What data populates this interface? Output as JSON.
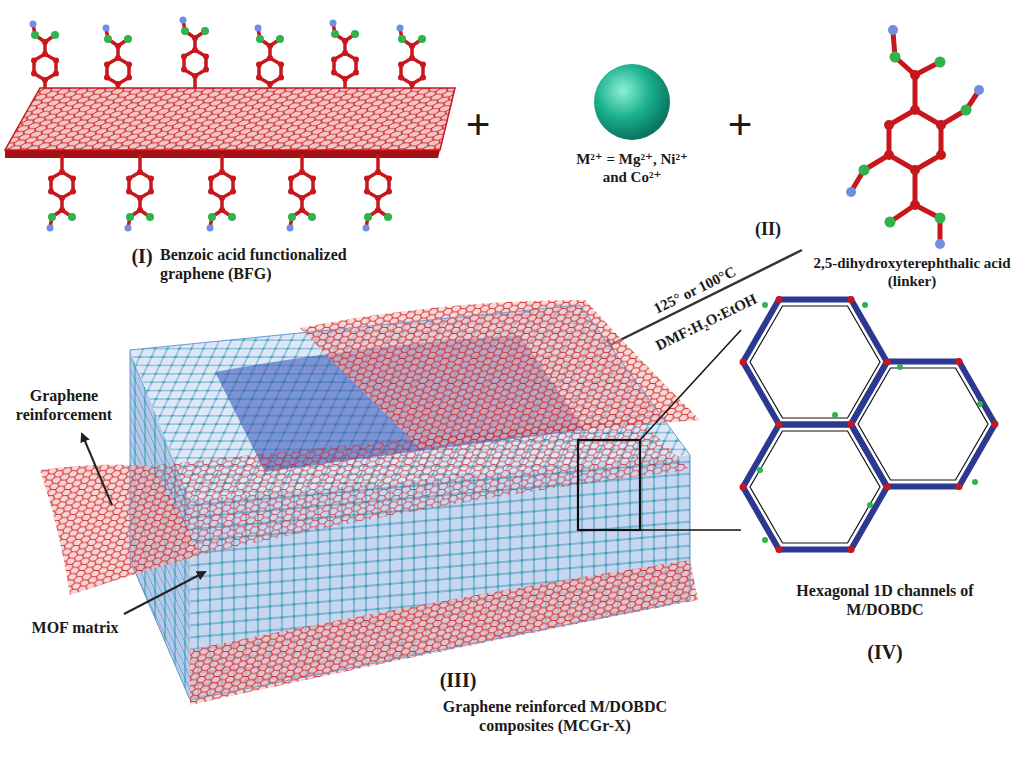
{
  "diagram": {
    "labels": [
      "(I)",
      "Benzoic acid functionalized graphene (BFG)",
      "+",
      "M²⁺ = Mg²⁺, Ni²⁺ and Co²⁺",
      "+",
      "2,5-dihydroxyterephthalic acid (linker)",
      "(II)",
      "125° or 100°C",
      "DMF:H₂O:EtOH",
      "Graphene reinforcement",
      "MOF matrix",
      "(III)",
      "Graphene reinforced M/DOBDC composites (MCGr-X)",
      "Hexagonal 1D channels of M/DOBDC",
      "(IV)"
    ]
  }
}
